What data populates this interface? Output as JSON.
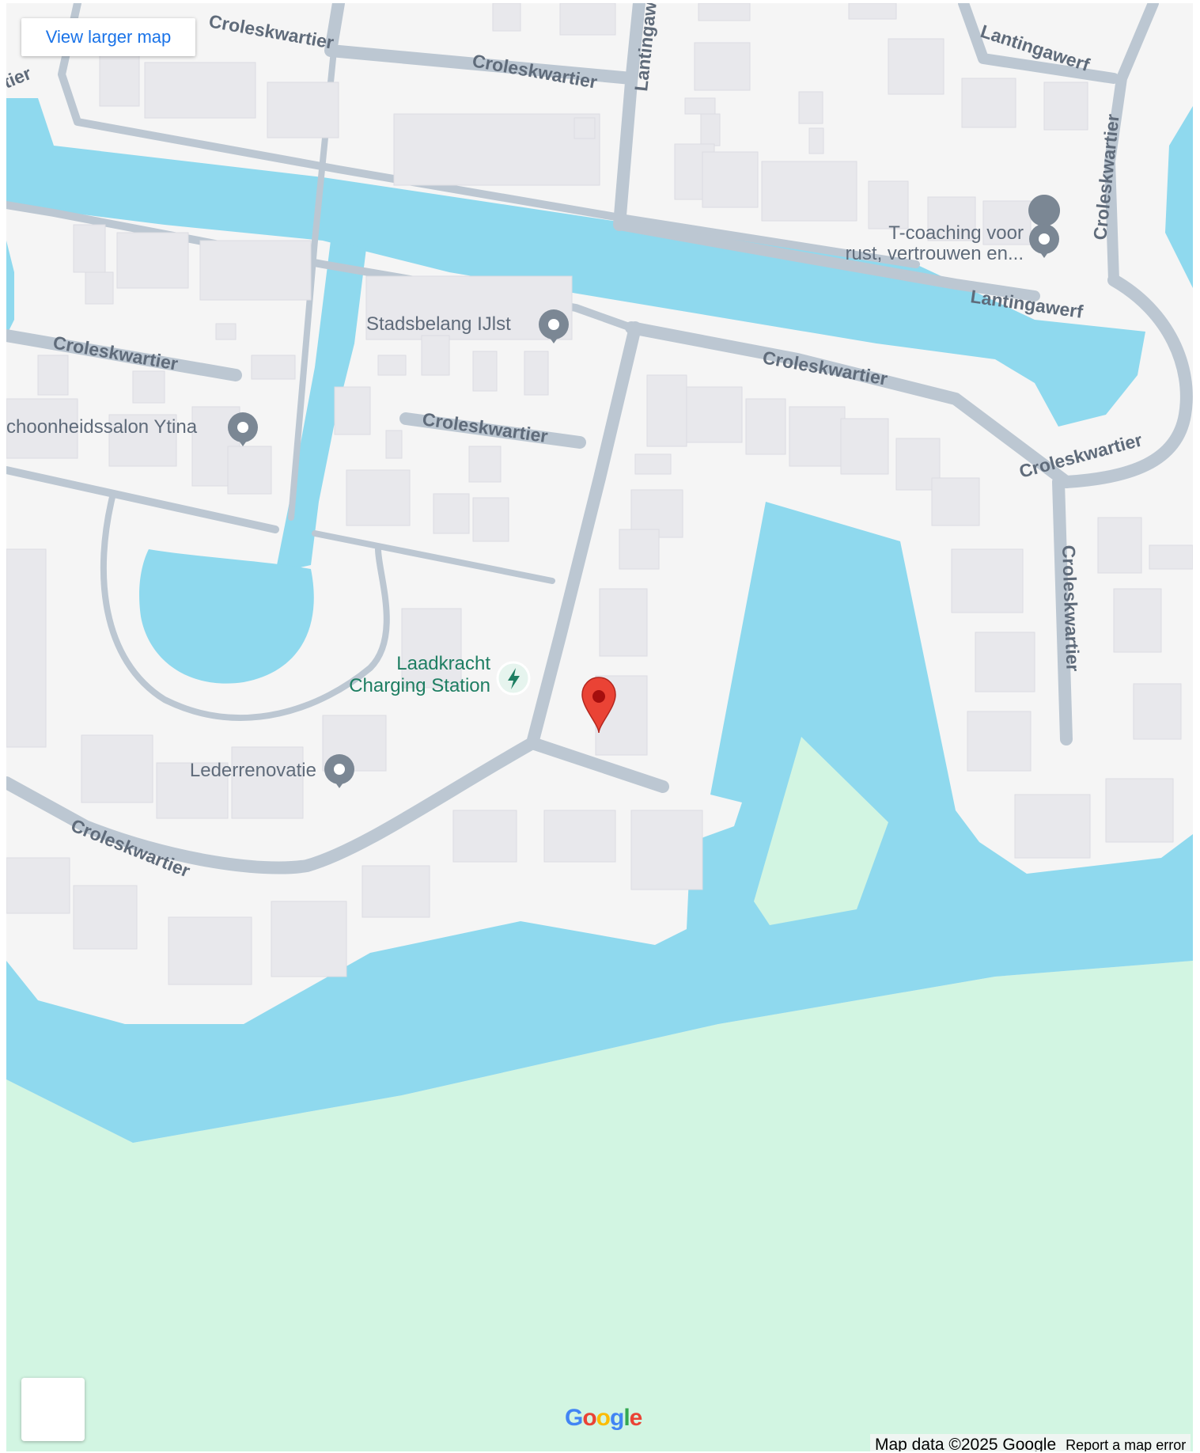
{
  "map": {
    "view_larger_label": "View larger map",
    "attribution": "Map data ©2025 Google",
    "report_label": "Report a map error",
    "logo": [
      "G",
      "o",
      "o",
      "g",
      "l",
      "e"
    ],
    "logo_colors": [
      "#4285f4",
      "#ea4335",
      "#fbbc05",
      "#4285f4",
      "#34a853",
      "#ea4335"
    ],
    "colors": {
      "land": "#f5f5f5",
      "water": "#8fd9ee",
      "park": "#d2f5e2",
      "road": "#bcc7d2",
      "building": "#e8e8ec",
      "marker": "#ea4335",
      "poi_icon": "#7b8794",
      "charging_icon": "#1e7e62"
    },
    "streets": {
      "s1": "Croleskwartier",
      "s2": "Croleskwartier",
      "s3": "Lantingawerf",
      "s4": "Lantingawerf",
      "s5": "Lantingawerf",
      "s6": "Croleskwartier",
      "s7": "Croleskwartier",
      "s8": "Croleskwartier",
      "s9": "Croleskwartier",
      "s10": "Croleskwartier",
      "s11": "Croleskwartier",
      "s12": "Croleskwartier",
      "s13": "tier"
    },
    "pois": {
      "tcoaching_line1": "T-coaching voor",
      "tcoaching_line2": "rust, vertrouwen en...",
      "stadsbelang": "Stadsbelang IJlst",
      "schoonheid": "choonheidssalon Ytina",
      "laadkracht_line1": "Laadkracht",
      "laadkracht_line2": "Charging Station",
      "lederrenovatie": "Lederrenovatie"
    },
    "icons": {
      "marker": "location-pin-icon",
      "poi": "poi-pin-icon",
      "charging": "lightning-bolt-icon"
    }
  }
}
